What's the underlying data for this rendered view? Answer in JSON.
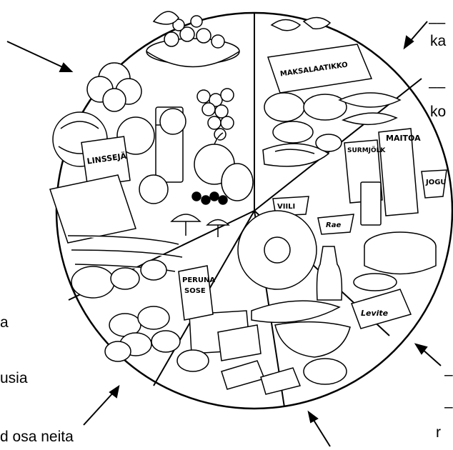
{
  "labels": {
    "top_right_1": "––",
    "top_right_1b": "ka",
    "top_right_2": "––",
    "top_right_2b": "ko",
    "left_1": "a",
    "left_2": "usia",
    "bottom_left": "d osa neita",
    "bottom_right_1": "–",
    "bottom_right_2": "–",
    "bottom_right_2b": "r"
  },
  "packages": {
    "linsseja": "LINSSEJÄ",
    "maksalaatikko": "MAKSALAATIKKO",
    "maitoa": "MAITOA",
    "surmjolk": "SURMJÖLK",
    "jogu": "JOGU",
    "vili": "VIILI",
    "rae": "Rae",
    "peruna": "PERUNA",
    "sose": "SOSE",
    "levite": "Levite"
  },
  "colors": {
    "ink": "#000000",
    "paper": "#ffffff",
    "shade": "#e6e6e6"
  },
  "icons": [
    "arrow-icon",
    "food-illustration"
  ]
}
